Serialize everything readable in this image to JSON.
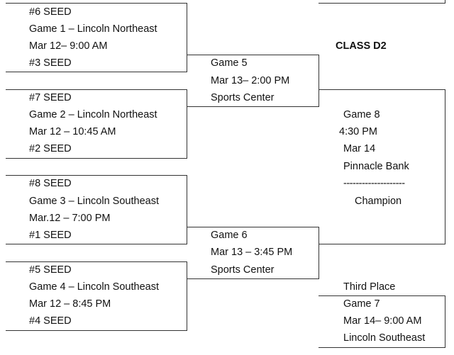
{
  "class_title": "CLASS D2",
  "game1": {
    "top_seed": "#6 SEED",
    "title": "Game 1 – Lincoln Northeast",
    "time": "Mar 12– 9:00 AM",
    "bottom_seed": "#3 SEED"
  },
  "game2": {
    "top_seed": "#7 SEED",
    "title": "Game 2 – Lincoln Northeast",
    "time": "Mar 12 – 10:45 AM",
    "bottom_seed": "#2 SEED"
  },
  "game3": {
    "top_seed": "#8 SEED",
    "title": "Game 3 – Lincoln Southeast",
    "time": "Mar.12 – 7:00 PM",
    "bottom_seed": "#1 SEED"
  },
  "game4": {
    "top_seed": "#5 SEED",
    "title": "Game 4 – Lincoln Southeast",
    "time": "Mar 12 – 8:45 PM",
    "bottom_seed": "#4 SEED"
  },
  "game5": {
    "title": "Game 5",
    "time": "Mar 13– 2:00 PM",
    "venue": "Sports Center"
  },
  "game6": {
    "title": "Game 6",
    "time": "Mar 13 – 3:45 PM",
    "venue": "Sports Center"
  },
  "game8": {
    "title": "Game 8",
    "time": "4:30 PM",
    "date": "Mar 14",
    "venue": "Pinnacle Bank",
    "divider": "--------------------",
    "result": "Champion"
  },
  "game7": {
    "label": "Third Place",
    "title": "Game 7",
    "time": "Mar 14– 9:00 AM",
    "venue": "Lincoln Southeast"
  }
}
